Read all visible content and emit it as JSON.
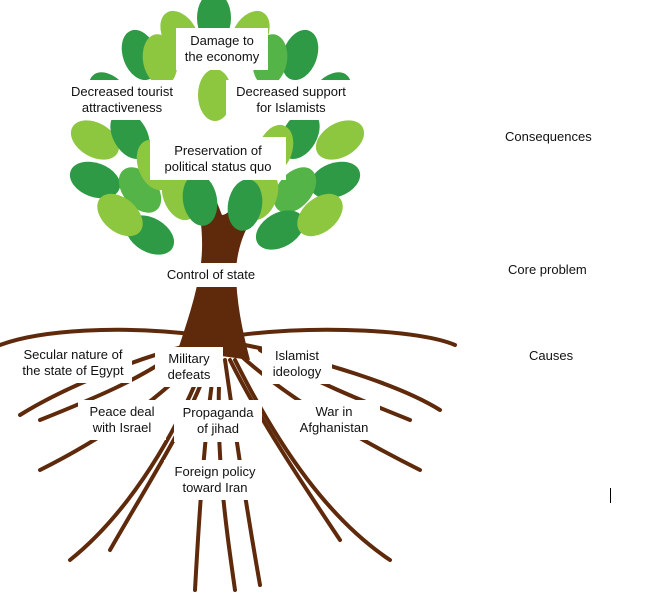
{
  "consequences": [
    {
      "text": "Damage to\nthe economy",
      "line1": "Damage to",
      "line2": "the economy"
    },
    {
      "line1": "Decreased tourist",
      "line2": "attractiveness"
    },
    {
      "line1": "Decreased support",
      "line2": "for Islamists"
    },
    {
      "line1": "Preservation of",
      "line2": "political status quo"
    }
  ],
  "core_problem": "Control of state",
  "causes": [
    {
      "line1": "Secular nature of",
      "line2": "the state of Egypt"
    },
    {
      "line1": "Military",
      "line2": "defeats"
    },
    {
      "line1": "Islamist",
      "line2": "ideology"
    },
    {
      "line1": "Peace deal",
      "line2": "with Israel"
    },
    {
      "line1": "Propaganda",
      "line2": "of jihad"
    },
    {
      "line1": "War in",
      "line2": "Afghanistan"
    },
    {
      "line1": "Foreign policy",
      "line2": "toward Iran"
    }
  ],
  "legend": {
    "consequences": "Consequences",
    "core_problem": "Core problem",
    "causes": "Causes"
  },
  "colors": {
    "trunk": "#5f2a0b",
    "leaf_dark": "#2f9a46",
    "leaf_mid": "#54b447",
    "leaf_light": "#8dc63f"
  }
}
